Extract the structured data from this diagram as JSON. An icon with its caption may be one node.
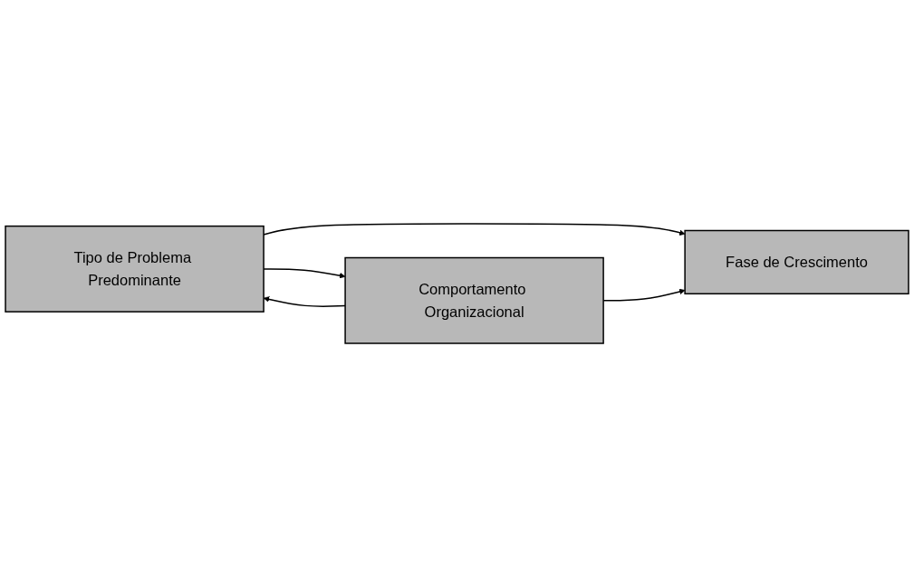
{
  "diagram": {
    "nodes": [
      {
        "text": [
          "Tipo de Problema Predominante"
        ]
      },
      {
        "text": [
          "Comportamento Organizacional"
        ]
      },
      {
        "text": [
          "Fase de Crescimento"
        ]
      }
    ],
    "edges": [
      {
        "from": 0,
        "to": 1,
        "arrow": "to"
      },
      {
        "from": 1,
        "to": 0,
        "arrow": "to"
      },
      {
        "from": 0,
        "to": 2,
        "arrow": "to"
      },
      {
        "from": 1,
        "to": 2,
        "arrow": "to"
      }
    ]
  }
}
